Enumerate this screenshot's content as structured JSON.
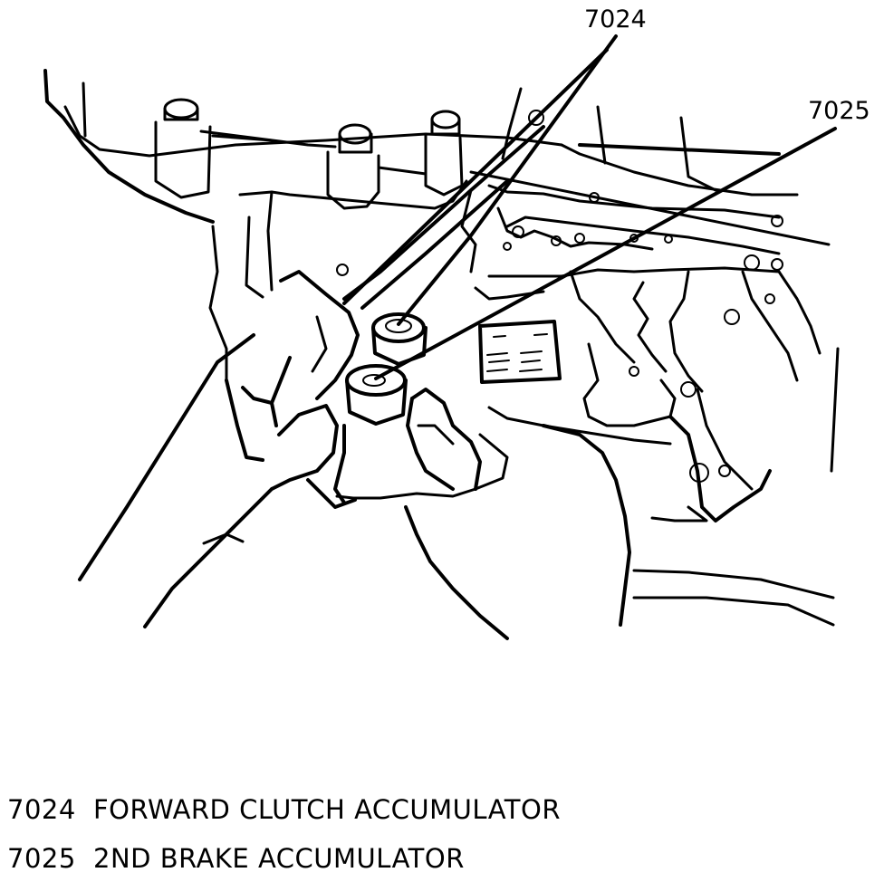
{
  "callouts": {
    "c7024": "7024",
    "c7025": "7025"
  },
  "legend": [
    {
      "code": "7024",
      "description": "FORWARD CLUTCH ACCUMULATOR"
    },
    {
      "code": "7025",
      "description": "2ND BRAKE ACCUMULATOR"
    }
  ],
  "colors": {
    "ink": "#000000",
    "background": "#ffffff"
  }
}
